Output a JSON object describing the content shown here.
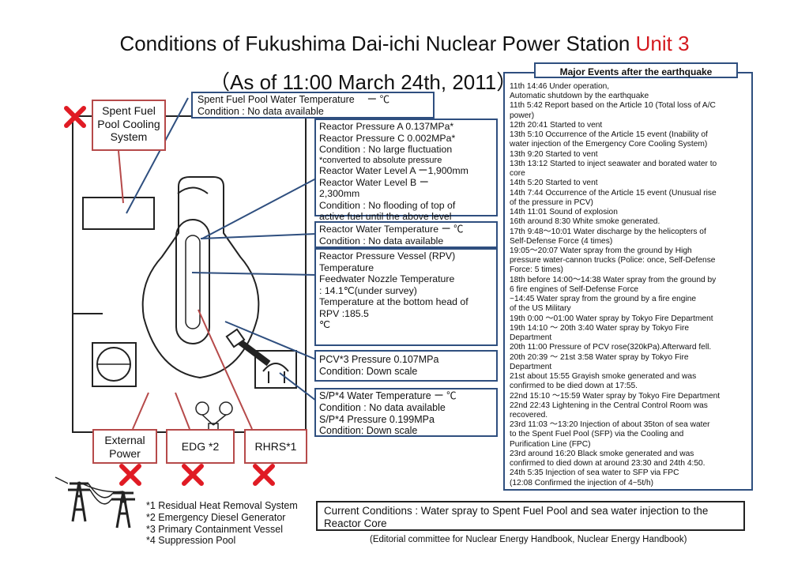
{
  "title": {
    "main": "Conditions of Fukushima Dai-ichi Nuclear Power Station ",
    "unit": "Unit 3",
    "date": "（As of 11:00 March 24th, 2011）"
  },
  "colors": {
    "box_border": "#2f4f7f",
    "red_label_border": "#b64a4a",
    "cross": "#e01b24"
  },
  "icons": [
    "x-mark-icon",
    "power-tower-icon",
    "pressure-gauge-icon",
    "pump-icon",
    "valve-icon"
  ],
  "spent_fuel_label": [
    "Spent Fuel",
    "Pool Cooling",
    "System"
  ],
  "sfp_temp": {
    "lines": [
      "Spent Fuel Pool Water Temperature 　ー ℃",
      "Condition : No data available"
    ]
  },
  "reactor_pressure": {
    "lines": [
      "Reactor Pressure A  0.137MPa*",
      "Reactor Pressure C  0.002MPa*",
      "Condition :  No large fluctuation",
      "  *converted to absolute pressure",
      "Reactor Water Level A  ー1,900mm",
      "Reactor Water Level B   ー",
      "2,300mm",
      "Condition : No flooding of top of",
      "active fuel until the above level"
    ]
  },
  "reactor_water_temp": {
    "lines": [
      "Reactor Water Temperature    ー ℃",
      "Condition : No data available"
    ]
  },
  "rpv": {
    "lines": [
      "Reactor Pressure Vessel (RPV)",
      "Temperature",
      "Feedwater Nozzle Temperature",
      "                   : 14.1℃(under survey)",
      "Temperature at the bottom head of",
      "RPV                                           :185.5",
      "℃"
    ]
  },
  "pcv": {
    "lines": [
      "PCV*3  Pressure   0.107MPa",
      "Condition: Down scale"
    ]
  },
  "sp": {
    "lines": [
      "S/P*4   Water Temperature  ー  ℃",
      "Condition : No data available",
      "S/P*4   Pressure  0.199MPa",
      "Condition: Down scale"
    ]
  },
  "labels": {
    "external_power": [
      "External",
      "Power"
    ],
    "edg": "EDG *2",
    "rhrs": "RHRS*1"
  },
  "footnotes": [
    "*1 Residual Heat Removal System",
    "*2 Emergency Diesel Generator",
    "*3 Primary Containment Vessel",
    "*4 Suppression Pool"
  ],
  "current_conditions": "Current Conditions : Water spray to Spent Fuel Pool and sea water injection to the Reactor Core",
  "source": "(Editorial committee for Nuclear Energy Handbook, Nuclear Energy Handbook)",
  "events_title": "Major Events after the earthquake",
  "events": [
    "11th 14:46 Under operation,",
    " Automatic shutdown by the earthquake",
    "11th  5:42 Report based on the Article 10 (Total loss of A/C",
    "power)",
    "12th   20:41 Started to vent",
    "13th   5:10 Occurrence of the Article 15 event (Inability of",
    "water injection of the Emergency Core Cooling System)",
    "13th   9:20 Started to vent",
    "13th  13:12 Started to inject seawater and borated water to",
    "core",
    "14th   5:20  Started to vent",
    "14th   7:44  Occurrence of the Article 15 event (Unusual rise",
    "of the pressure in PCV)",
    "14th 11:01  Sound of explosion",
    "16th  around 8:30   White smoke generated.",
    "17th   9:48～10:01 Water discharge by the helicopters of",
    "Self-Defense Force  (4 times)",
    "      19:05～20:07 Water spray from the ground by High",
    "pressure water-cannon trucks (Police: once, Self-Defense",
    "Force: 5 times)",
    "18th   before 14:00～14:38 Water spray from the ground by",
    "6 fire engines of Self-Defense Force",
    "        ~14:45  Water spray from the ground by a fire engine",
    "of the US Military",
    "19th  0:00 ～01:00 Water spray by Tokyo Fire Department",
    "19th 14:10 ～ 20th 3:40 Water spray by Tokyo Fire",
    "Department",
    "20th 11:00  Pressure of PCV rose(320kPa).Afterward fell.",
    "20th 20:39 ～ 21st 3:58 Water spray by Tokyo Fire",
    "Department",
    "21st about 15:55  Grayish  smoke generated and was",
    "confirmed to be died down at 17:55.",
    "22nd 15:10 ～15:59 Water spray by Tokyo Fire Department",
    "22nd 22:43 Lightening in the Central Control Room was",
    "recovered.",
    "23rd 11:03 ～13:20 Injection of about 35ton of  sea water",
    "to the Spent Fuel Pool (SFP)  via the Cooling and",
    "Purification Line (FPC)",
    "23rd around 16:20   Black  smoke generated and was",
    "confirmed to died down at around 23:30 and 24th 4:50.",
    "24th 5:35  Injection of sea water to SFP via FPC",
    "    (12:08 Confirmed the injection of 4~5t/h)"
  ]
}
